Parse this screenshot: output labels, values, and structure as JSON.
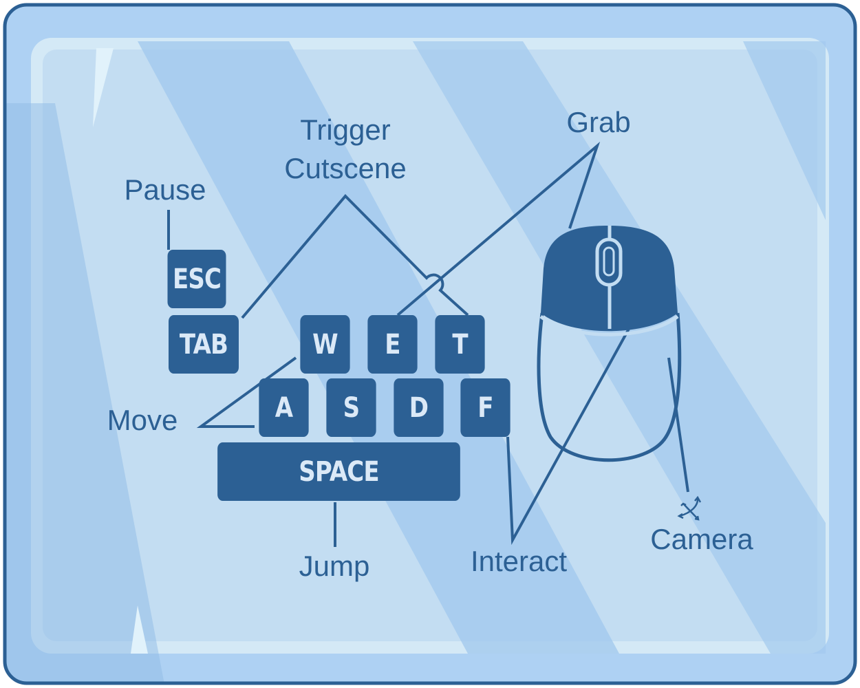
{
  "keys": {
    "esc": "ESC",
    "tab": "TAB",
    "w": "W",
    "e": "E",
    "t": "T",
    "a": "A",
    "s": "S",
    "d": "D",
    "f": "F",
    "space": "SPACE"
  },
  "labels": {
    "pause": "Pause",
    "trigger_line1": "Trigger",
    "trigger_line2": "Cutscene",
    "grab": "Grab",
    "move": "Move",
    "jump": "Jump",
    "interact": "Interact",
    "camera": "Camera"
  },
  "icons": {
    "mouse": "mouse-icon",
    "camera": "camera-rotate-icon"
  },
  "colors": {
    "ink": "#2c6094",
    "panel": "#c3ddf2",
    "stripe": "#a3c9ee",
    "frost": "#d4e9f6"
  }
}
